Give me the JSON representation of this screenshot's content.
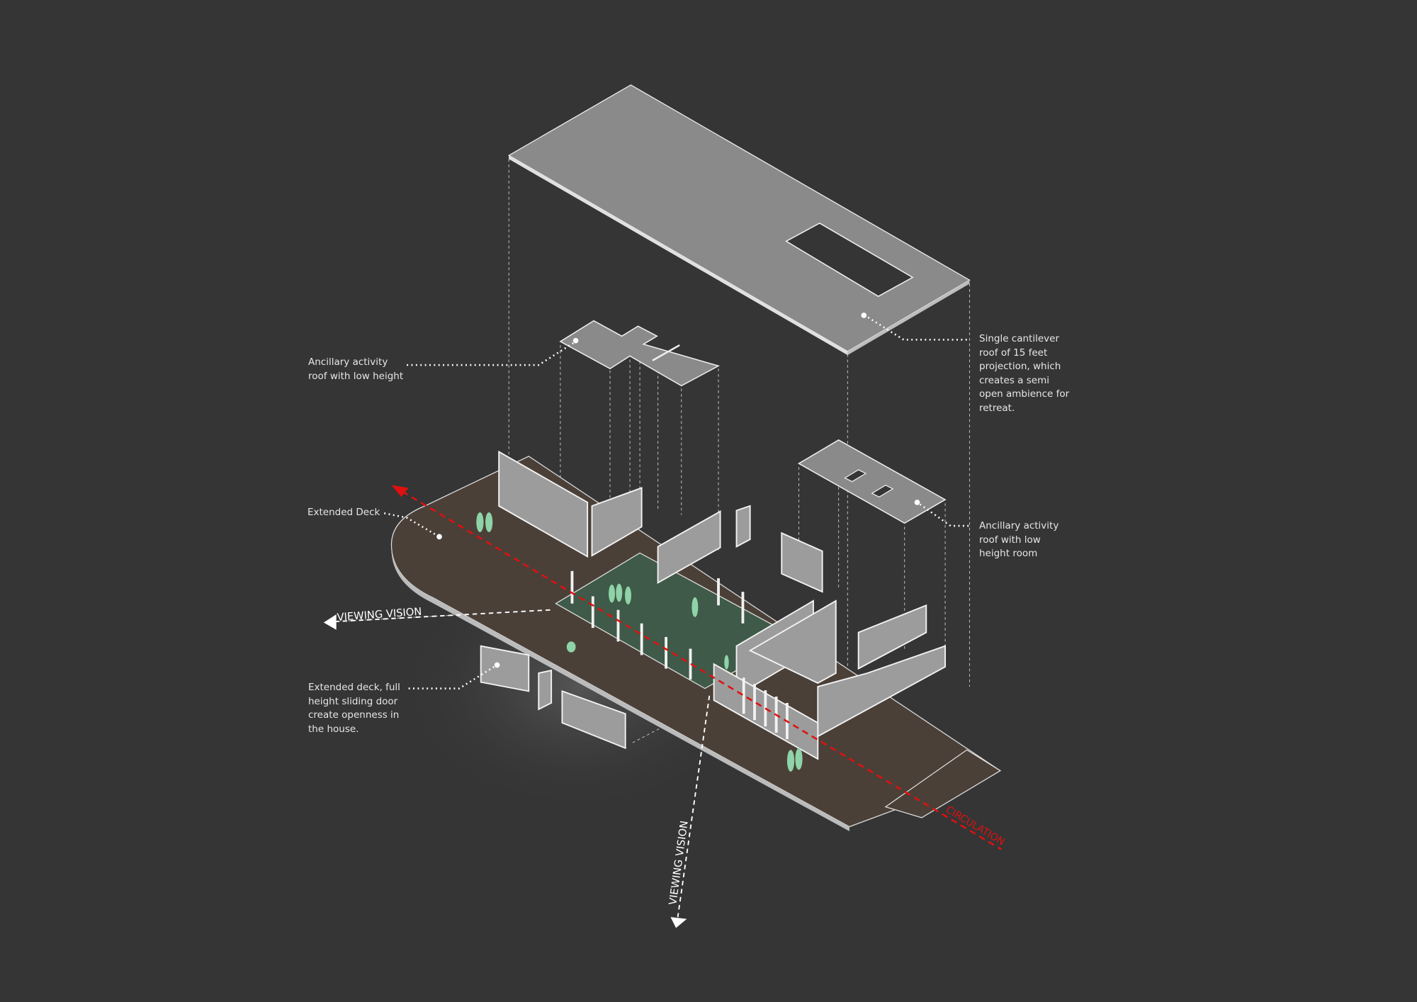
{
  "annotations": {
    "ancillary_roof_low": "Ancillary activity\nroof with low height",
    "cantilever_roof": "Single cantilever\nroof of 15 feet\nprojection, which\ncreates a semi\nopen ambience for\nretreat.",
    "extended_deck": "Extended Deck",
    "ancillary_roof_room": "Ancillary activity\nroof with low\nheight room",
    "sliding_door": "Extended deck, full\nheight sliding door\ncreate openness in\nthe house."
  },
  "arrows": {
    "viewing_vision_left": "VIEWING VISION",
    "viewing_vision_down": "VIEWING VISION",
    "circulation": "CIRCULATION"
  },
  "colors": {
    "background": "#353535",
    "roof": "#8a8a8a",
    "deck": "#4b4038",
    "floor": "#3f5a48",
    "figure": "#8fd3a8",
    "circulation": "#e01010"
  }
}
